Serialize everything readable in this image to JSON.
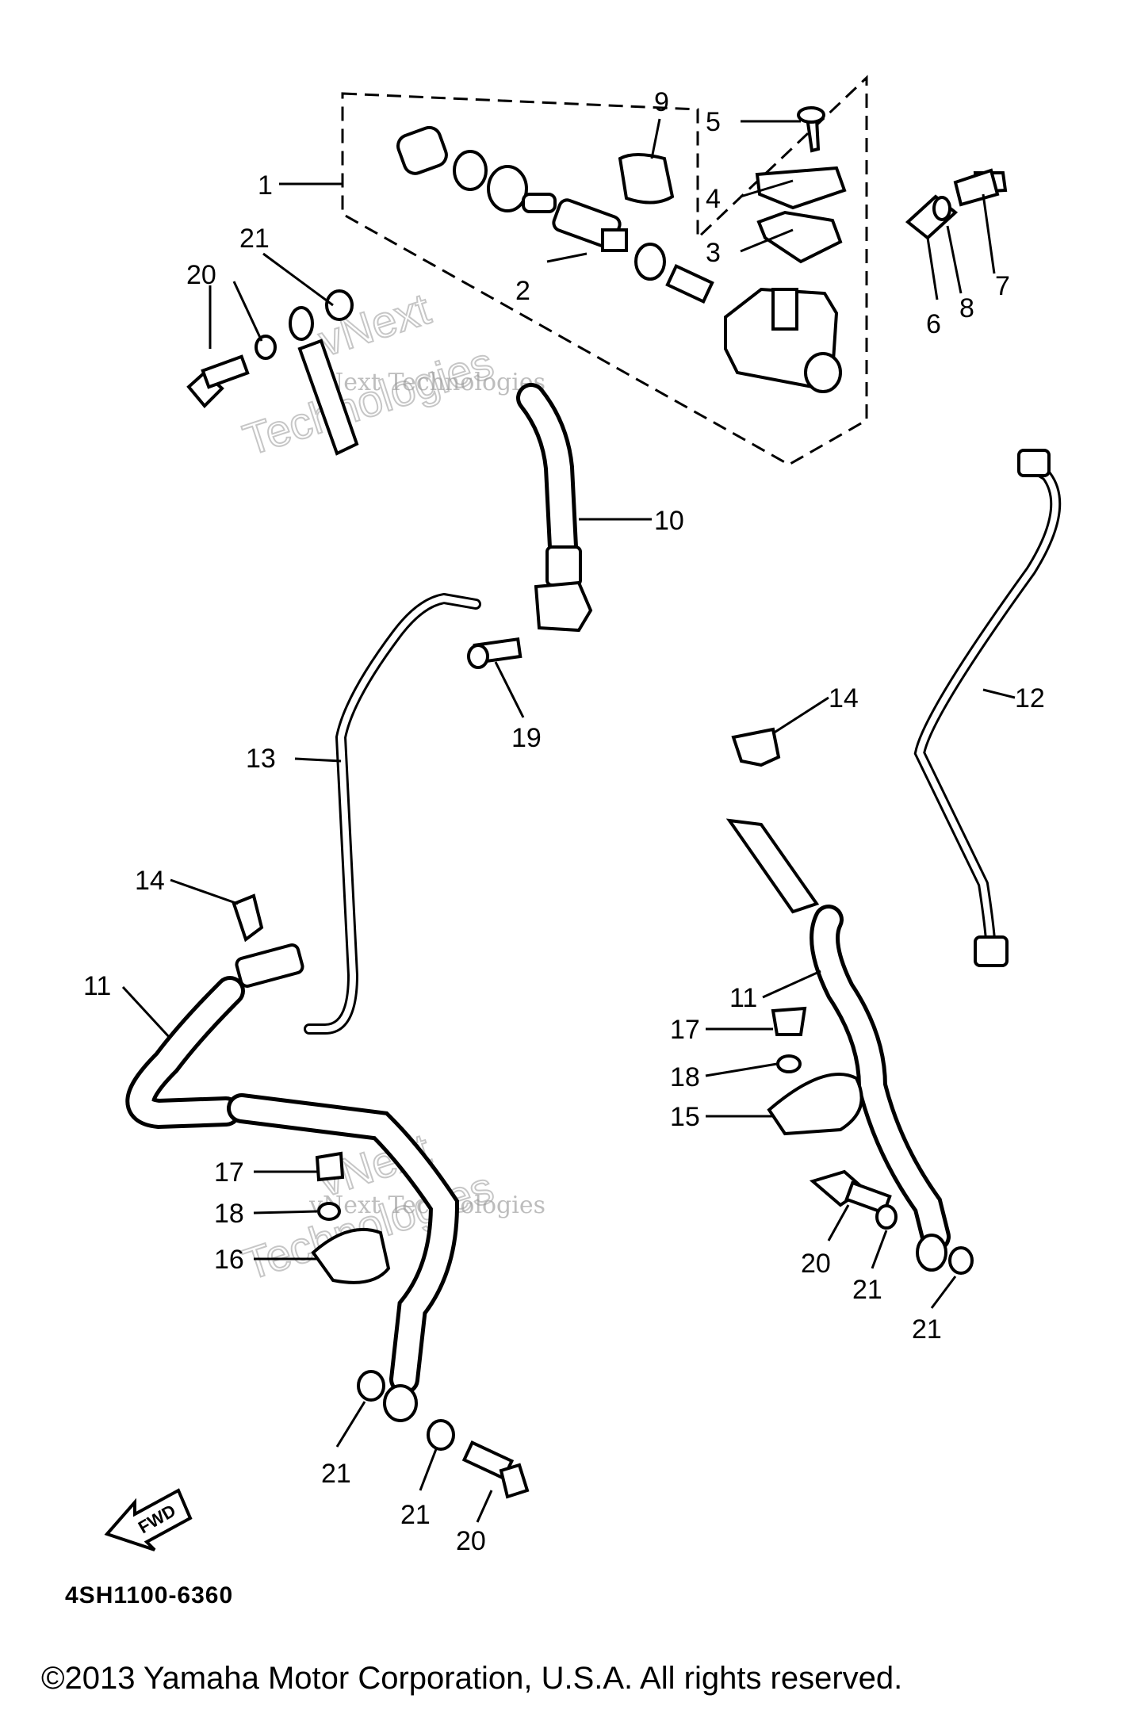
{
  "diagram": {
    "code": "4SH1100-6360",
    "copyright": "©2013 Yamaha Motor Corporation, U.S.A. All rights reserved.",
    "fwd_label": "FWD",
    "watermark": {
      "line1": "vNext Technologies",
      "line2": "vNext",
      "line3": "Technologies"
    },
    "callouts": [
      {
        "id": "c1",
        "text": "1"
      },
      {
        "id": "c2",
        "text": "2"
      },
      {
        "id": "c3",
        "text": "3"
      },
      {
        "id": "c4",
        "text": "4"
      },
      {
        "id": "c5",
        "text": "5"
      },
      {
        "id": "c6",
        "text": "6"
      },
      {
        "id": "c7",
        "text": "7"
      },
      {
        "id": "c8",
        "text": "8"
      },
      {
        "id": "c9",
        "text": "9"
      },
      {
        "id": "c10",
        "text": "10"
      },
      {
        "id": "c11a",
        "text": "11"
      },
      {
        "id": "c11b",
        "text": "11"
      },
      {
        "id": "c12",
        "text": "12"
      },
      {
        "id": "c13",
        "text": "13"
      },
      {
        "id": "c14a",
        "text": "14"
      },
      {
        "id": "c14b",
        "text": "14"
      },
      {
        "id": "c15",
        "text": "15"
      },
      {
        "id": "c16",
        "text": "16"
      },
      {
        "id": "c17a",
        "text": "17"
      },
      {
        "id": "c17b",
        "text": "17"
      },
      {
        "id": "c18a",
        "text": "18"
      },
      {
        "id": "c18b",
        "text": "18"
      },
      {
        "id": "c19",
        "text": "19"
      },
      {
        "id": "c20a",
        "text": "20"
      },
      {
        "id": "c20b",
        "text": "20"
      },
      {
        "id": "c20c",
        "text": "20"
      },
      {
        "id": "c21a",
        "text": "21"
      },
      {
        "id": "c21b",
        "text": "21"
      },
      {
        "id": "c21c",
        "text": "21"
      },
      {
        "id": "c21d",
        "text": "21"
      },
      {
        "id": "c21e",
        "text": "21"
      }
    ]
  }
}
